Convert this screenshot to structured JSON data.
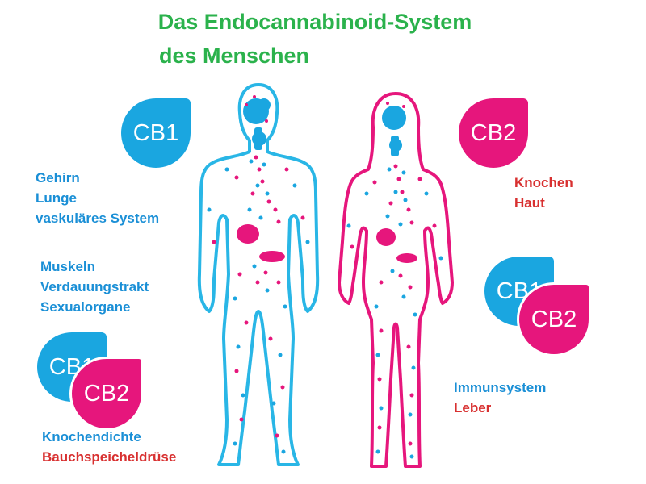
{
  "title": {
    "line1": "Das Endocannabinoid-System",
    "line2": "des Menschen"
  },
  "badges": {
    "cb1": "CB1",
    "cb2": "CB2"
  },
  "left_labels": {
    "group1": [
      "Gehirn",
      "Lunge",
      "vaskuläres System"
    ],
    "group2": [
      "Muskeln",
      "Verdauungstrakt",
      "Sexualorgane"
    ],
    "group3_blue": "Knochendichte",
    "group3_red": "Bauchspeicheldrüse"
  },
  "right_labels": {
    "group1": [
      "Knochen",
      "Haut"
    ],
    "group2_blue": "Immunsystem",
    "group2_red": "Leber"
  },
  "colors": {
    "title": "#2bb24c",
    "cb1": "#1aa6e0",
    "cb2": "#e6167c",
    "blue_text": "#1a8fd6",
    "red_text": "#d83030",
    "male_outline": "#29b6e6",
    "female_outline": "#e6167c"
  }
}
